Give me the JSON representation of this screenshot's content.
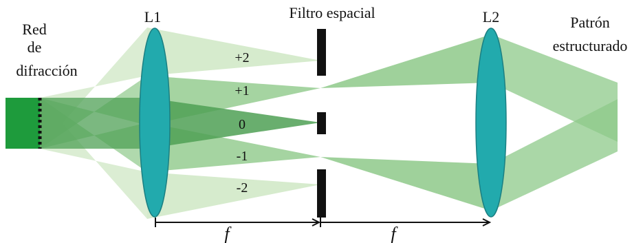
{
  "labels": {
    "grating_line1": "Red",
    "grating_line2": "de",
    "grating_line3": "difracción",
    "lens1": "L1",
    "filter": "Filtro espacial",
    "lens2": "L2",
    "pattern_line1": "Patrón",
    "pattern_line2": "estructurado"
  },
  "orders": {
    "plus2": "+2",
    "plus1": "+1",
    "zero": "0",
    "minus1": "-1",
    "minus2": "-2"
  },
  "focal": {
    "first": "f",
    "second": "f"
  },
  "colors": {
    "lens": "#22aaad",
    "lens_stroke": "#1b7f82",
    "source": "#1e9b3c",
    "beam_light": "#cfe7c4",
    "beam_medium": "#8ec98a",
    "beam_dark": "#4fa055",
    "filter": "#111111"
  }
}
